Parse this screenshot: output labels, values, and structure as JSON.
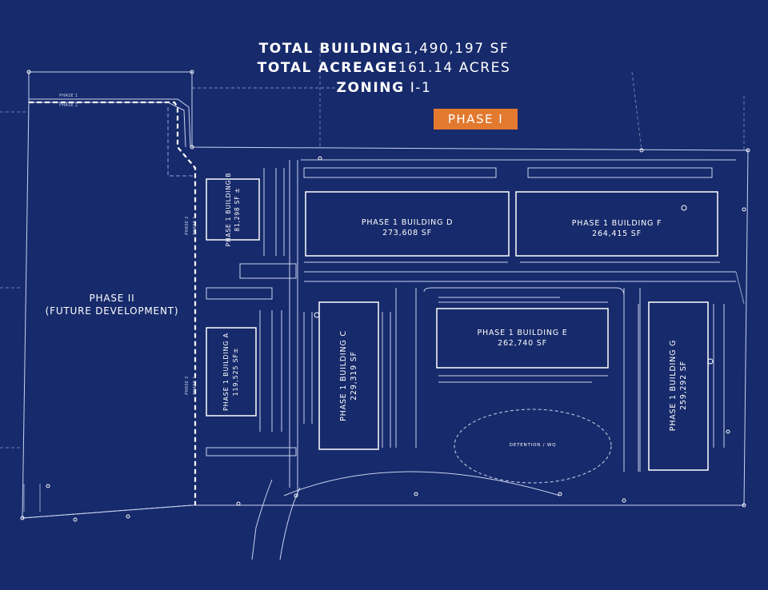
{
  "summary": {
    "total_building_label": "TOTAL BUILDING",
    "total_building_value": "1,490,197 SF",
    "total_acreage_label": "TOTAL ACREAGE",
    "total_acreage_value": "161.14 ACRES",
    "zoning_label": "ZONING",
    "zoning_value": "I-1"
  },
  "phase_button": "PHASE I",
  "phase_two": {
    "line1": "PHASE II",
    "line2": "(FUTURE DEVELOPMENT)"
  },
  "buildings": {
    "d": {
      "name": "PHASE 1 BUILDING D",
      "area": "273,608 SF"
    },
    "f": {
      "name": "PHASE 1 BUILDING F",
      "area": "264,415 SF"
    },
    "e": {
      "name": "PHASE 1 BUILDING E",
      "area": "262,740 SF"
    },
    "c": {
      "name": "PHASE 1 BUILDING C",
      "area": "229,319 SF"
    },
    "g": {
      "name": "PHASE 1 BUILDING G",
      "area": "259,292 SF"
    },
    "a": {
      "name": "PHASE 1 BUILDING A",
      "area": "119,525 SF±"
    },
    "b": {
      "name": "PHASE 1 BUILDING B",
      "area": "81,298 SF ±"
    }
  },
  "detention": "DETENTION / WQ",
  "phase_line_labels": {
    "p1": "PHASE 1",
    "p2": "PHASE 2"
  },
  "colors": {
    "background": "#172a6b",
    "accent": "#e2792f",
    "lines": "#c9d3ef"
  }
}
